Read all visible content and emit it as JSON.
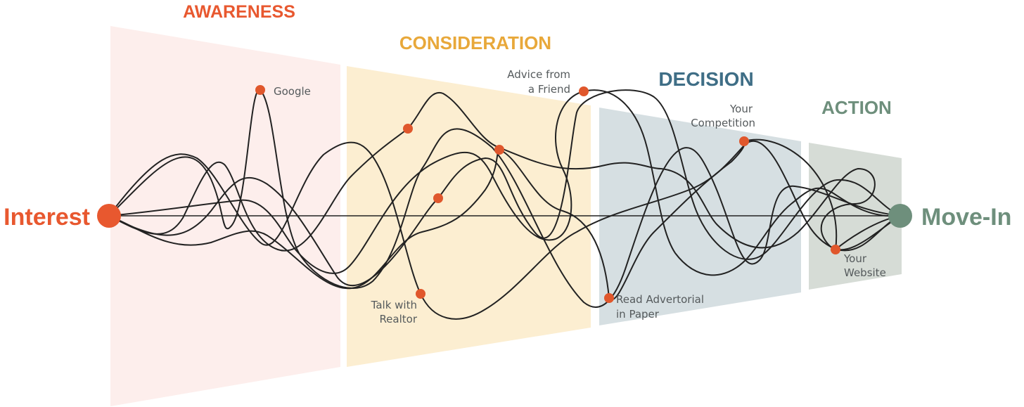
{
  "colors": {
    "awareness_title": "#E8582F",
    "awareness_fill": "#FDEEEC",
    "consideration_title": "#E8A83A",
    "consideration_fill": "#FCEED1",
    "decision_title": "#3F6E86",
    "decision_fill": "#D6DFE2",
    "action_title": "#6E8F7C",
    "action_fill": "#D6DCD6",
    "interest": "#E8582F",
    "move_in": "#6E8F7C",
    "touchpoint": "#E0572C",
    "line": "#222222"
  },
  "stages": [
    {
      "title": "AWARENESS"
    },
    {
      "title": "CONSIDERATION"
    },
    {
      "title": "DECISION"
    },
    {
      "title": "ACTION"
    }
  ],
  "endpoints": {
    "start": "Interest",
    "end": "Move-In"
  },
  "touchpoints": {
    "google": "Google",
    "advice_line1": "Advice from",
    "advice_line2": "a Friend",
    "competition_line1": "Your",
    "competition_line2": "Competition",
    "realtor_line1": "Talk with",
    "realtor_line2": "Realtor",
    "advertorial_line1": "Read Advertorial",
    "advertorial_line2": "in Paper",
    "website_line1": "Your",
    "website_line2": "Website"
  }
}
